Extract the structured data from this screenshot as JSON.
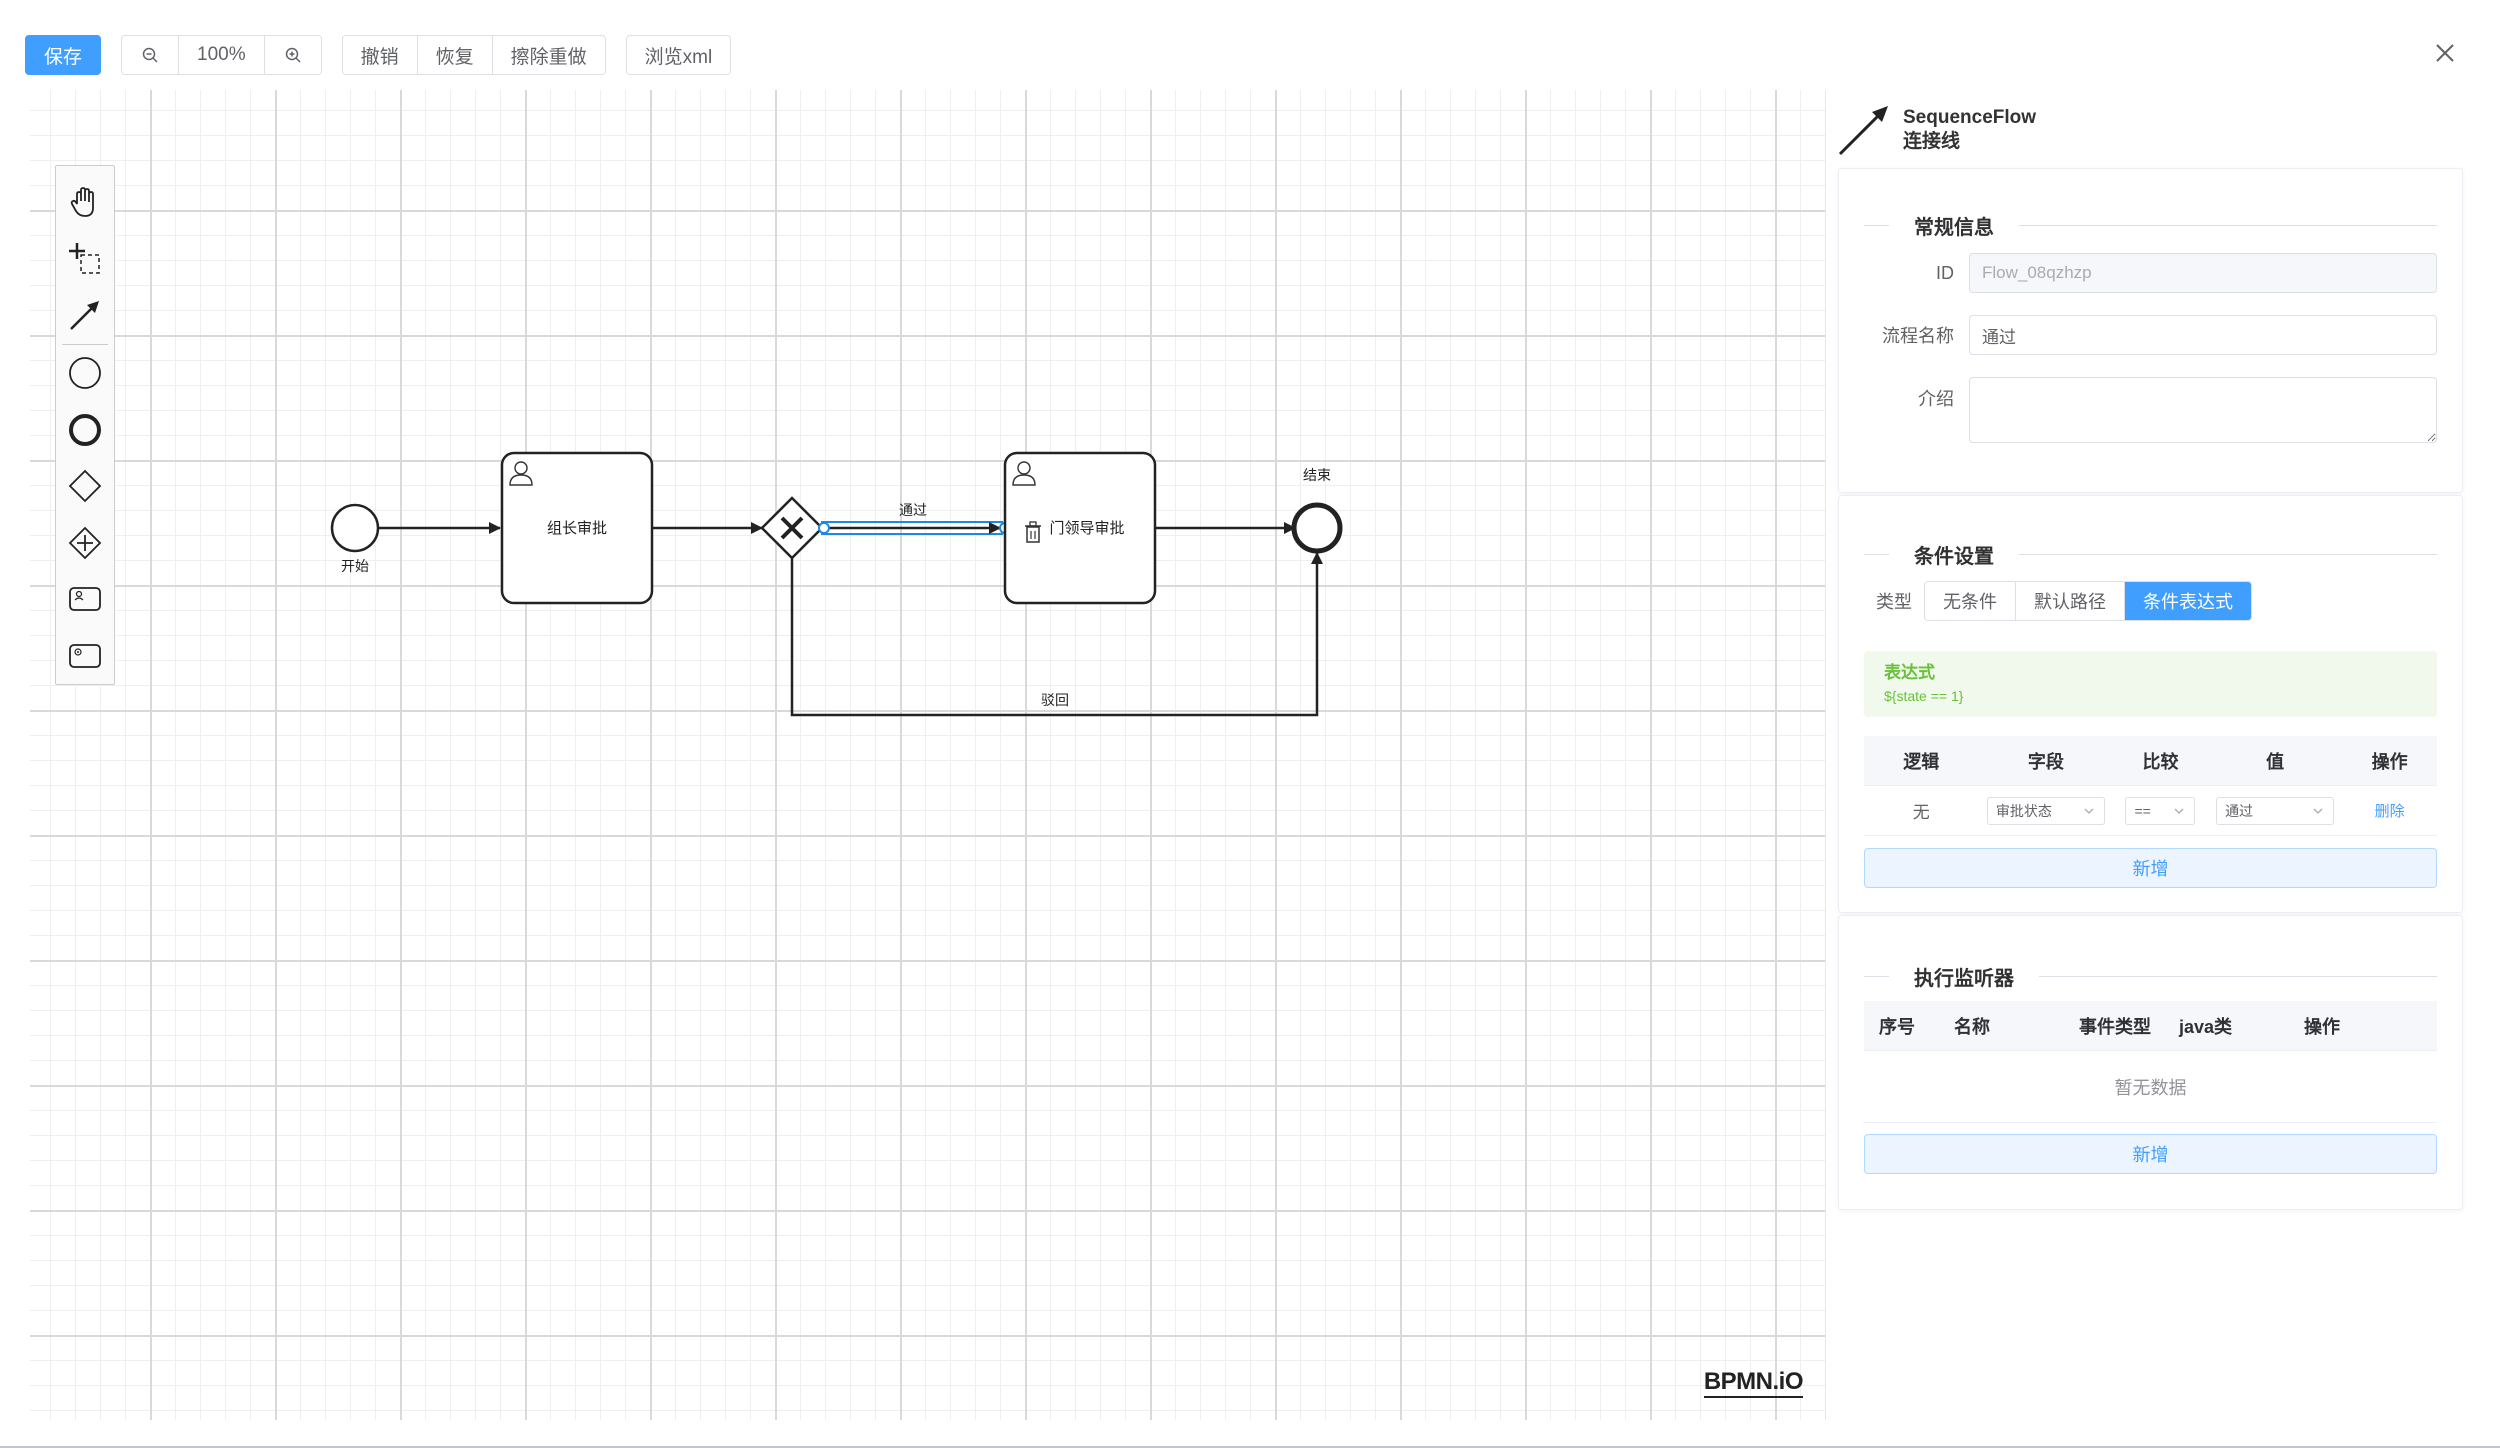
{
  "toolbar": {
    "save": "保存",
    "zoom_level": "100%",
    "undo": "撤销",
    "redo": "恢复",
    "clear": "擦除重做",
    "view_xml": "浏览xml"
  },
  "diagram": {
    "start_label": "开始",
    "task1_label": "组长审批",
    "task2_label": "门领导审批",
    "end_label": "结束",
    "flow_pass_label": "通过",
    "flow_reject_label": "驳回",
    "logo": "BPMN.iO",
    "highlight_color": "#1e88e5"
  },
  "panel": {
    "element_type": "SequenceFlow",
    "element_name": "连接线",
    "general": {
      "title": "常规信息",
      "id_label": "ID",
      "id_value": "Flow_08qzhzp",
      "name_label": "流程名称",
      "name_value": "通过",
      "desc_label": "介绍",
      "desc_value": ""
    },
    "condition": {
      "title": "条件设置",
      "type_label": "类型",
      "types": [
        "无条件",
        "默认路径",
        "条件表达式"
      ],
      "active_type": "条件表达式",
      "expr_title": "表达式",
      "expr_value": "${state == 1}",
      "columns": [
        "逻辑",
        "字段",
        "比较",
        "值",
        "操作"
      ],
      "rows": [
        {
          "logic": "无",
          "field": "审批状态",
          "compare": "==",
          "value": "通过",
          "action": "删除"
        }
      ],
      "add_label": "新增"
    },
    "listener": {
      "title": "执行监听器",
      "columns": [
        "序号",
        "名称",
        "事件类型",
        "java类",
        "操作"
      ],
      "empty_text": "暂无数据",
      "add_label": "新增"
    }
  },
  "colors": {
    "primary": "#409eff",
    "success": "#67c23a"
  }
}
